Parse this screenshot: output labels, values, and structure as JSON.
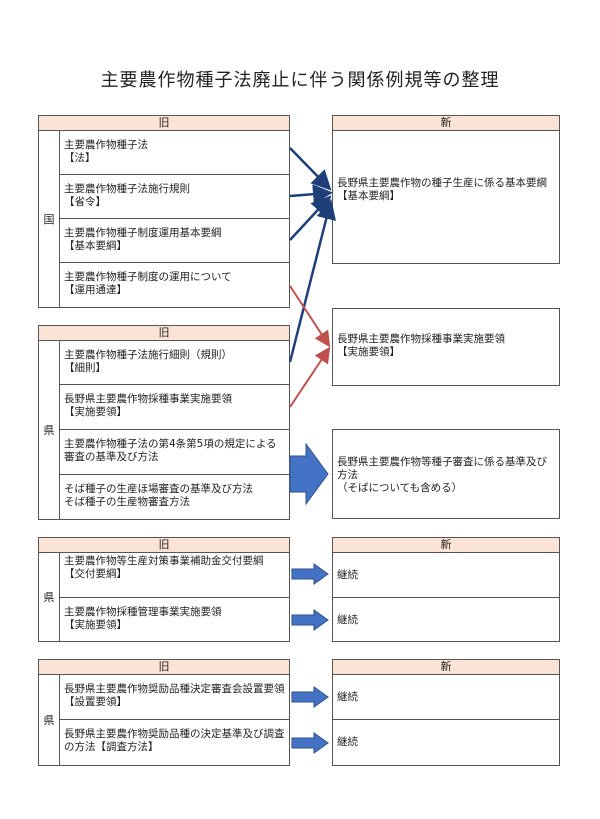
{
  "title": "主要農作物種子法廃止に伴う関係例規等の整理",
  "colors": {
    "header_bg": "#fbe4d5",
    "blue_arrow": "#1f3f7a",
    "red_arrow": "#c0504d",
    "block_arrow": "#4472c4"
  },
  "sec1": {
    "header": "旧",
    "side": "国",
    "rows": [
      {
        "name": "主要農作物種子法",
        "tag": "【法】"
      },
      {
        "name": "主要農作物種子法施行規則",
        "tag": "【省令】"
      },
      {
        "name": "主要農作物種子制度運用基本要綱",
        "tag": "【基本要綱】"
      },
      {
        "name": "主要農作物種子制度の運用について",
        "tag": "【運用通達】"
      }
    ],
    "new_header": "新",
    "new_box": {
      "name": "長野県主要農作物の種子生産に係る基本要綱",
      "tag": "【基本要綱】"
    }
  },
  "sec2": {
    "header": "旧",
    "side": "県",
    "rows": [
      {
        "name": "主要農作物種子法施行細則（規則）",
        "tag": "【細則】"
      },
      {
        "name": "長野県主要農作物採種事業実施要領",
        "tag": "【実施要領】"
      },
      {
        "name": "主要農作物種子法の第4条第5項の規定による審査の基準及び方法",
        "tag": ""
      },
      {
        "name": "そば種子の生産ほ場審査の基準及び方法",
        "tag": "そば種子の生産物審査方法"
      }
    ],
    "new_box1": {
      "name": "長野県主要農作物採種事業実施要領",
      "tag": "【実施要領】"
    },
    "new_box2": {
      "name": "長野県主要農作物等種子審査に係る基準及び方法",
      "tag": "（そばについても含める）"
    }
  },
  "sec3": {
    "header": "旧",
    "side": "県",
    "new_header": "新",
    "rows": [
      {
        "name": "主要農作物等生産対策事業補助金交付要綱",
        "tag": "【交付要綱】",
        "new": "継続"
      },
      {
        "name": "主要農作物採種管理事業実施要領",
        "tag": "【実施要領】",
        "new": "継続"
      }
    ]
  },
  "sec4": {
    "header": "旧",
    "side": "県",
    "new_header": "新",
    "rows": [
      {
        "name": "長野県主要農作物奨励品種決定審査会設置要領【設置要領】",
        "tag": "",
        "new": "継続"
      },
      {
        "name": "長野県主要農作物奨励品種の決定基準及び調査の方法【調査方法】",
        "tag": "",
        "new": "継続"
      }
    ]
  }
}
